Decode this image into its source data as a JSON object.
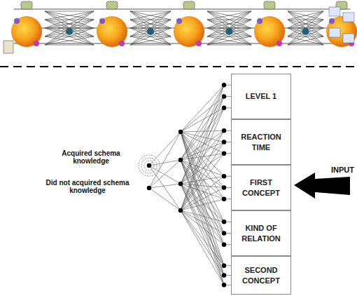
{
  "diagram": {
    "nodes": [
      {
        "text": [
          "LEVEL 1"
        ]
      },
      {
        "text": [
          "REACTION TIME"
        ]
      },
      {
        "text": [
          "FIRST CONCEPT"
        ]
      },
      {
        "text": [
          "KIND OF RELATION"
        ]
      },
      {
        "text": [
          "SECOND CONCEPT"
        ]
      }
    ],
    "labels": [
      "Acquired schema knowledge",
      "Did not acquired schema knowledge",
      "INPUT"
    ]
  }
}
